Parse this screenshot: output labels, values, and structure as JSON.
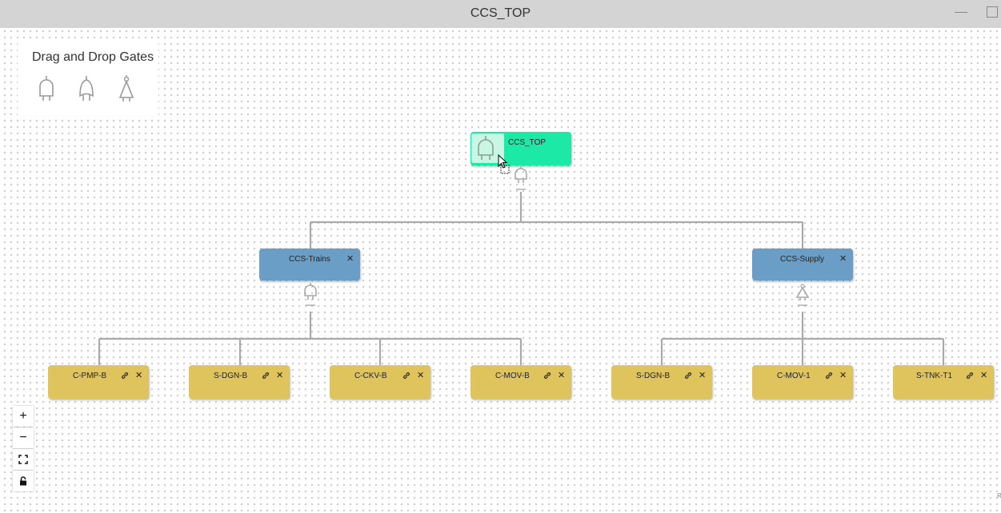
{
  "window": {
    "title": "CCS_TOP"
  },
  "palette": {
    "title": "Drag and Drop Gates",
    "gates": [
      "and-gate",
      "or-gate",
      "vote-gate"
    ]
  },
  "tree": {
    "top": {
      "label": "CCS_TOP",
      "gate": "and-gate",
      "color": "#1de9a6"
    },
    "middle": [
      {
        "label": "CCS-Trains",
        "gate": "and-gate",
        "color": "#6a9ec7"
      },
      {
        "label": "CCS-Supply",
        "gate": "vote-gate",
        "color": "#6a9ec7"
      }
    ],
    "leaves": [
      {
        "label": "C-PMP-B",
        "parent": "CCS-Trains"
      },
      {
        "label": "S-DGN-B",
        "parent": "CCS-Trains"
      },
      {
        "label": "C-CKV-B",
        "parent": "CCS-Trains"
      },
      {
        "label": "C-MOV-B",
        "parent": "CCS-Trains"
      },
      {
        "label": "S-DGN-B",
        "parent": "CCS-Supply"
      },
      {
        "label": "C-MOV-1",
        "parent": "CCS-Supply"
      },
      {
        "label": "S-TNK-T1",
        "parent": "CCS-Supply"
      }
    ],
    "leaf_color": "#dfc45e"
  },
  "controls": {
    "zoom_in": "+",
    "zoom_out": "−"
  }
}
